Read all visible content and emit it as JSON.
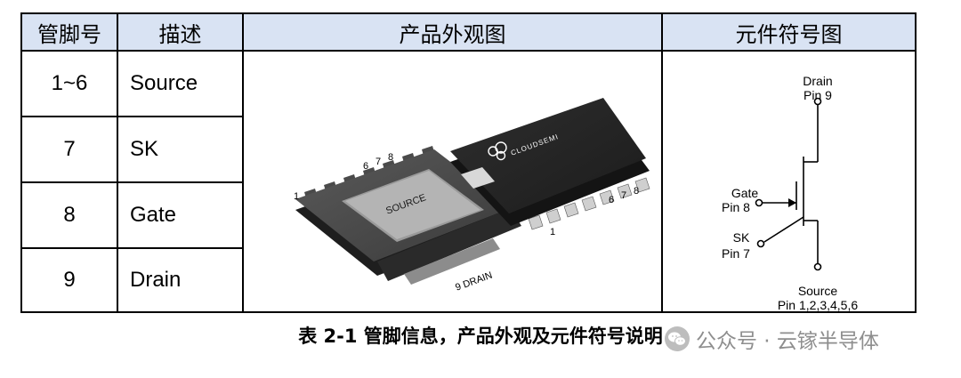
{
  "table": {
    "headers": [
      "管脚号",
      "描述",
      "产品外观图",
      "元件符号图"
    ],
    "rows": [
      {
        "pin": "1~6",
        "desc": "Source"
      },
      {
        "pin": "7",
        "desc": "SK"
      },
      {
        "pin": "8",
        "desc": "Gate"
      },
      {
        "pin": "9",
        "desc": "Drain"
      }
    ]
  },
  "package": {
    "brand": "CLOUDSEMI",
    "left_label": "SOURCE",
    "pin1": "1",
    "pins_678": [
      "6",
      "7",
      "8"
    ],
    "drain_label": "9 DRAIN",
    "right_pin1": "1",
    "right_pins_678": [
      "6",
      "7",
      "8"
    ]
  },
  "symbol": {
    "drain_name": "Drain",
    "drain_pin": "Pin 9",
    "gate_name": "Gate",
    "gate_pin": "Pin 8",
    "sk_name": "SK",
    "sk_pin": "Pin 7",
    "source_name": "Source",
    "source_pin": "Pin 1,2,3,4,5,6"
  },
  "caption": "表 2-1 管脚信息，产品外观及元件符号说明",
  "watermark": {
    "text": "公众号 · 云镓半导体",
    "icon": "wechat-icon"
  },
  "colors": {
    "header_bg": "#d9e3f3",
    "border": "#000000",
    "package_dark": "#2b2b2b",
    "watermark": "#8e8e8e"
  }
}
